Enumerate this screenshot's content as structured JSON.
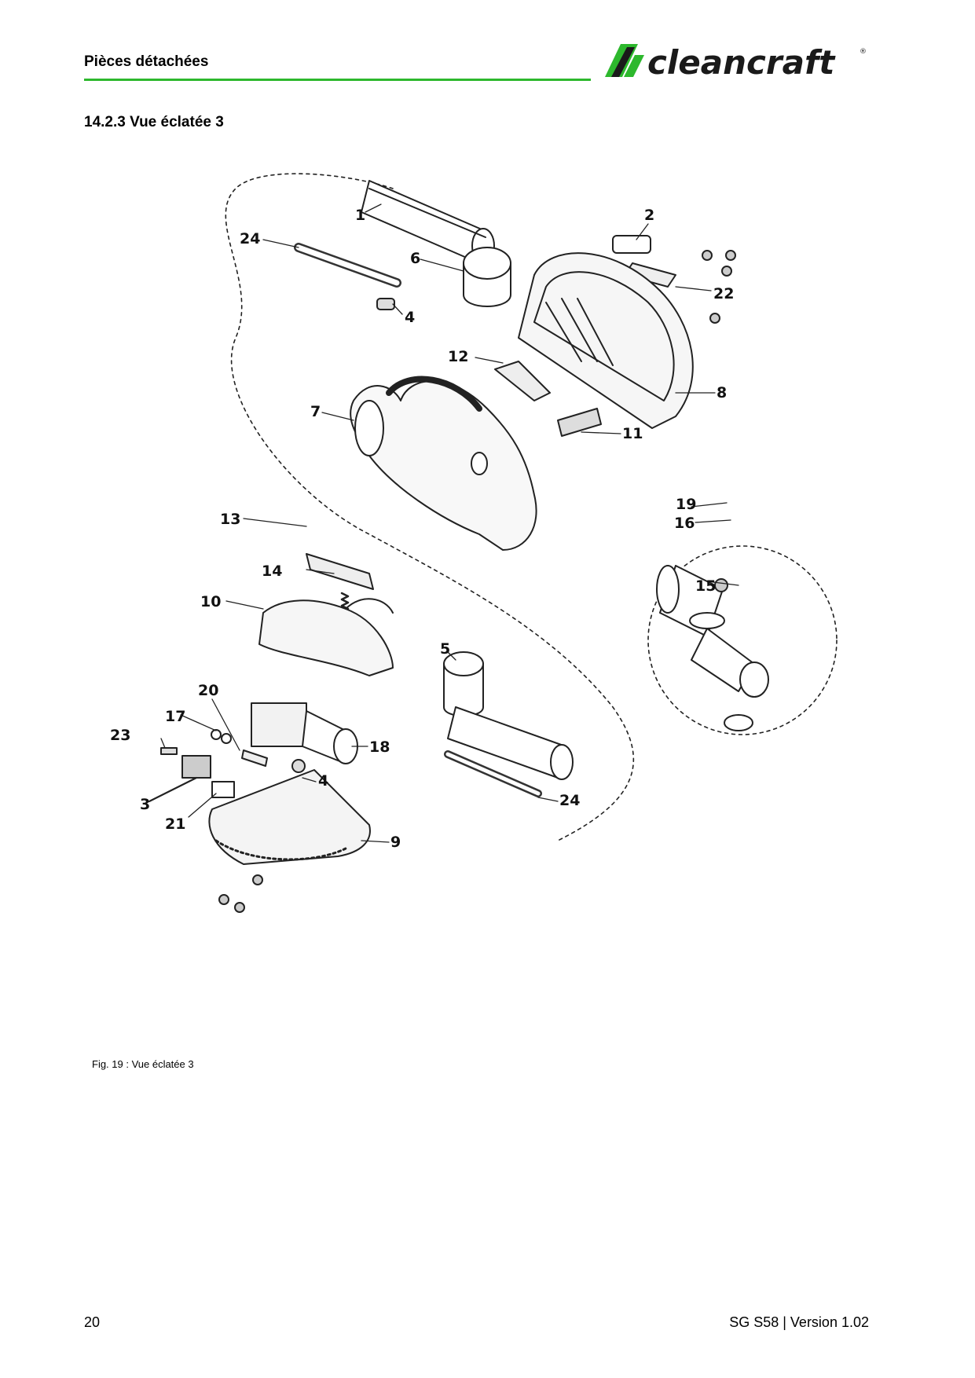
{
  "header": {
    "title": "Pièces détachées",
    "brand": "cleancraft",
    "brand_color": "#2db82d"
  },
  "section": {
    "title": "14.2.3 Vue éclatée 3"
  },
  "diagram": {
    "part_labels": [
      "1",
      "2",
      "3",
      "4",
      "4",
      "5",
      "6",
      "7",
      "8",
      "9",
      "10",
      "11",
      "12",
      "13",
      "14",
      "15",
      "16",
      "17",
      "18",
      "19",
      "20",
      "21",
      "22",
      "23",
      "24",
      "24"
    ]
  },
  "caption": "Fig. 19 : Vue éclatée 3",
  "footer": {
    "page_number": "20",
    "document": "SG S58 | Version 1.02"
  }
}
